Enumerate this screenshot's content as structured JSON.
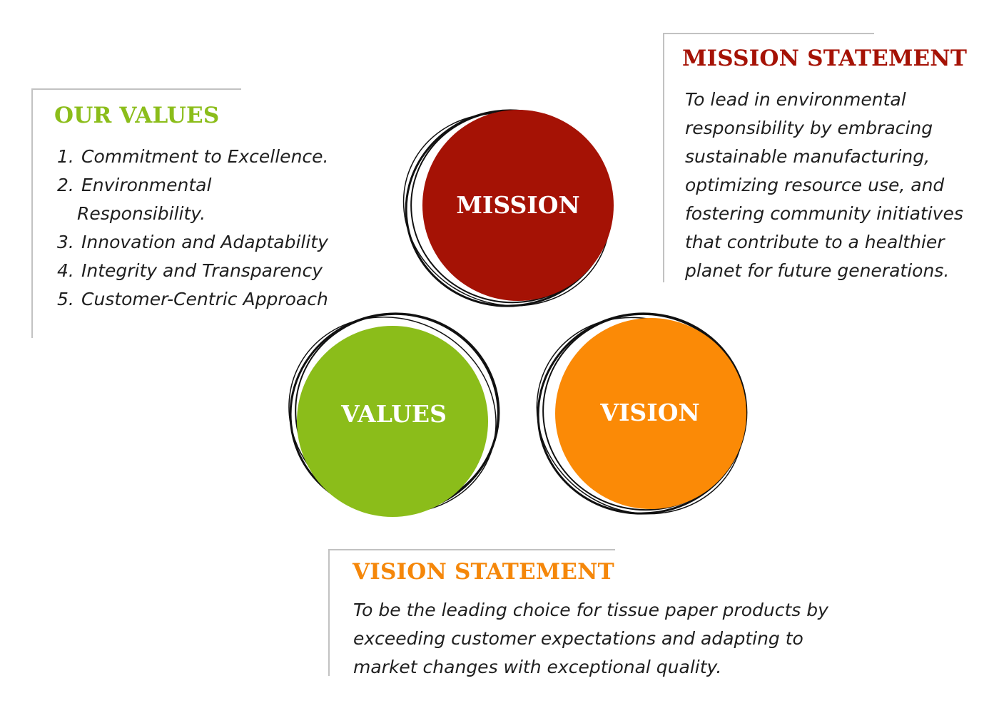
{
  "values": {
    "heading": "OUR VALUES",
    "items": [
      {
        "num": "1.",
        "text": "Commitment to Excellence."
      },
      {
        "num": "2.",
        "text": "Environmental"
      },
      {
        "num": "",
        "text": "Responsibility."
      },
      {
        "num": "3.",
        "text": "Innovation and Adaptability"
      },
      {
        "num": "4.",
        "text": "Integrity and Transparency"
      },
      {
        "num": "5.",
        "text": "Customer-Centric Approach"
      }
    ],
    "color": "#8bbd1a"
  },
  "mission": {
    "heading": "MISSION STATEMENT",
    "text": "To lead in environmental responsibility by embracing sustainable manufacturing, optimizing resource use, and fostering community initiatives that contribute to a healthier planet for future generations.",
    "color": "#a51205"
  },
  "vision": {
    "heading": "VISION STATEMENT",
    "text": "To be the leading choice for tissue paper products by exceeding customer expectations and adapting to market changes with exceptional quality.",
    "color": "#f5870a"
  },
  "circles": {
    "mission_label": "MISSION",
    "values_label": "VALUES",
    "vision_label": "VISION",
    "mission_color": "#a51205",
    "values_color": "#8bbd1a",
    "vision_color": "#fb8a06",
    "outline_color": "#111111"
  }
}
